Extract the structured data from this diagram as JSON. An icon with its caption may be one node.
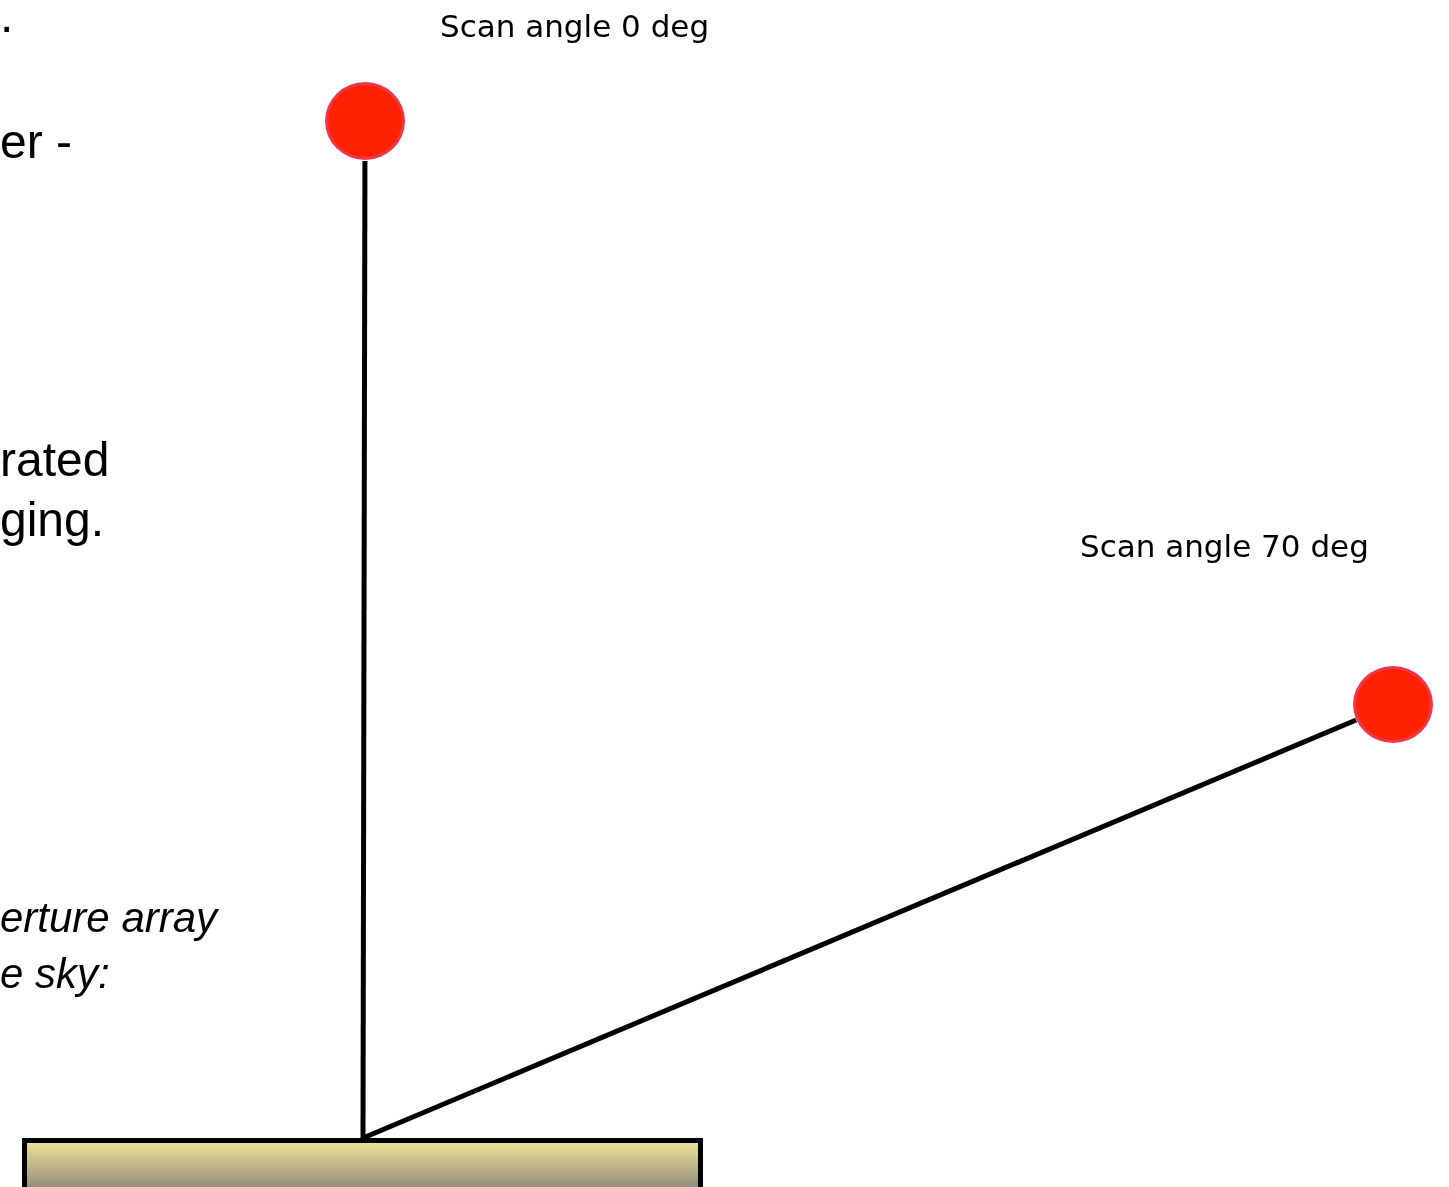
{
  "diagram": {
    "nodes": [
      {
        "text": [],
        "shape": "bar"
      },
      {
        "text": [],
        "shape": "circle",
        "beside": [
          "Scan angle 0 deg"
        ]
      },
      {
        "text": [],
        "shape": "circle",
        "beside": [
          "Scan angle 70 deg"
        ]
      }
    ],
    "edges": [
      {
        "from": 0,
        "to": 1,
        "arrow": "none"
      },
      {
        "from": 0,
        "to": 2,
        "arrow": "none"
      }
    ],
    "labels": [
      ".",
      "er -",
      "rated ging.",
      "erture array e sky:"
    ]
  }
}
